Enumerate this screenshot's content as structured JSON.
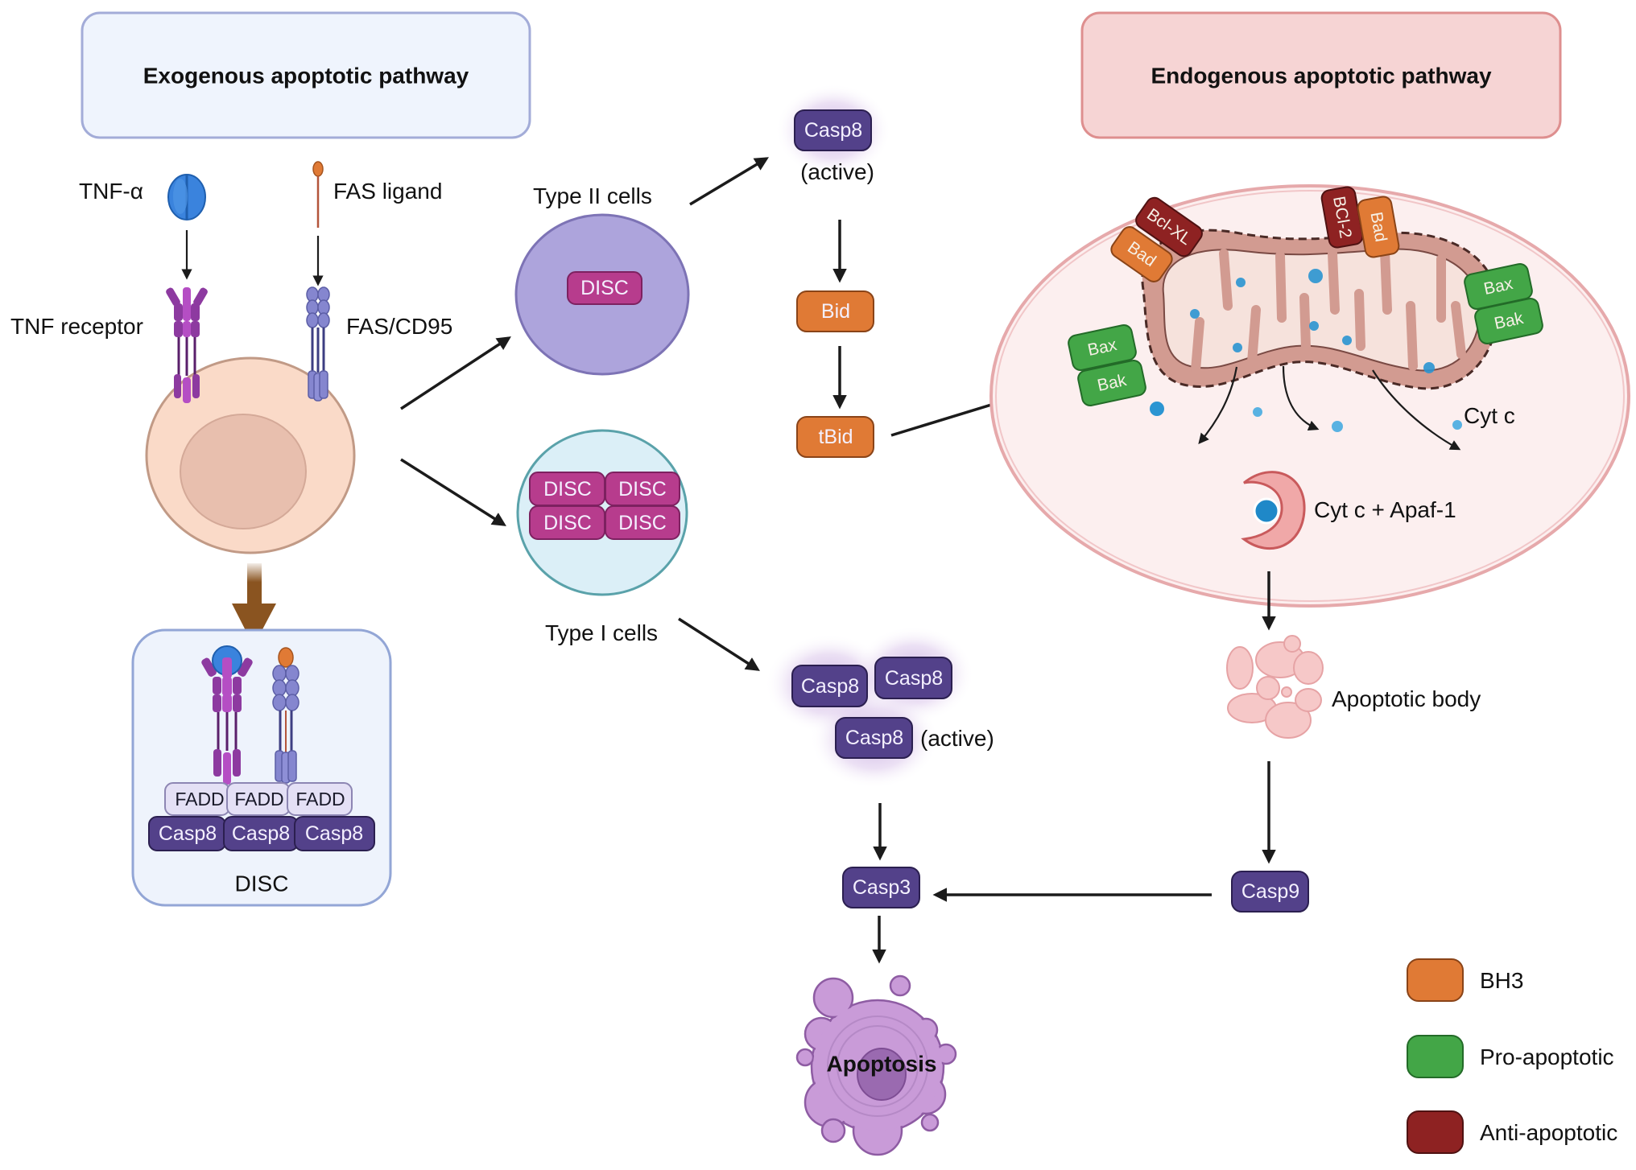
{
  "title": "Exogenous and endogenous apoptotic pathways",
  "colors": {
    "exo_header_fill": "#eff4fd",
    "exo_header_stroke": "#a3acd8",
    "endo_header_fill": "#f6d4d4",
    "endo_header_stroke": "#de8f8f",
    "casp_fill": "#53418a",
    "casp_stroke": "#2b1f50",
    "disc_fill": "#b73c8d",
    "disc_stroke": "#7d2160",
    "bh3_fill": "#e07a35",
    "bh3_stroke": "#8a4418",
    "pro_fill": "#43a647",
    "pro_stroke": "#236b28",
    "anti_fill": "#8e2222",
    "anti_stroke": "#4f1212",
    "fadd_fill": "#e4e0f5",
    "fadd_stroke": "#8d86b3",
    "cell_fill": "#fadac8",
    "cell_stroke": "#c19a86",
    "nucleus_fill": "#e8bfae",
    "type2_fill": "#ada4dc",
    "type2_stroke": "#7d73b5",
    "type1_fill": "#dbeff7",
    "type1_stroke": "#5aa2aa",
    "endo_cell_fill": "#fcefef",
    "endo_cell_stroke": "#e6a9ab",
    "mito_fill": "#d29b91",
    "mito_inner": "#f6e2dc",
    "cytc": "#2b95d2",
    "brown_arrow": "#8a5420"
  },
  "headers": {
    "exogenous": "Exogenous apoptotic pathway",
    "endogenous": "Endogenous apoptotic pathway"
  },
  "ligands": {
    "tnf_alpha": "TNF-α",
    "fas_ligand": "FAS ligand",
    "tnf_receptor": "TNF receptor",
    "fas_cd95": "FAS/CD95"
  },
  "disc_complex": {
    "fadd": [
      "FADD",
      "FADD",
      "FADD"
    ],
    "casp8": [
      "Casp8",
      "Casp8",
      "Casp8"
    ],
    "label": "DISC"
  },
  "type2": {
    "label": "Type II cells",
    "disc": "DISC"
  },
  "type1": {
    "label": "Type I cells",
    "discs": [
      "DISC",
      "DISC",
      "DISC",
      "DISC"
    ]
  },
  "type2_path": {
    "casp8": "Casp8",
    "active": "(active)",
    "bid": "Bid",
    "tbid": "tBid"
  },
  "type1_path": {
    "casp8": [
      "Casp8",
      "Casp8",
      "Casp8"
    ],
    "active": "(active)",
    "casp3": "Casp3",
    "apoptosis": "Apoptosis"
  },
  "mitochondria": {
    "bcl_xl": "Bcl-XL",
    "bad_left": "Bad",
    "bcl_2": "BCl-2",
    "bad_top": "Bad",
    "bax_left": "Bax",
    "bak_left": "Bak",
    "bax_right": "Bax",
    "bak_right": "Bak",
    "cyt_c": "Cyt  c",
    "apoptosome": "Cyt  c  +  Apaf-1",
    "apoptotic_body": "Apoptotic body",
    "casp9": "Casp9"
  },
  "legend": [
    {
      "label": "BH3",
      "color": "#e07a35",
      "stroke": "#8a4418"
    },
    {
      "label": "Pro-apoptotic",
      "color": "#43a647",
      "stroke": "#236b28"
    },
    {
      "label": "Anti-apoptotic",
      "color": "#8e2222",
      "stroke": "#4f1212"
    }
  ]
}
